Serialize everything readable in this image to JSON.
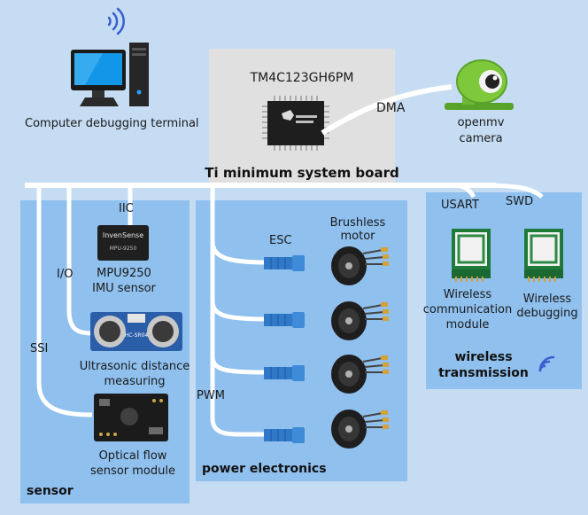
{
  "board": {
    "chip_label": "TM4C123GH6PM",
    "title": "Ti minimum system board",
    "dma_label": "DMA"
  },
  "computer": {
    "label": "Computer debugging terminal"
  },
  "camera": {
    "label_line1": "openmv",
    "label_line2": "camera"
  },
  "sensor_panel": {
    "title": "sensor",
    "bus_iic": "IIC",
    "bus_io": "I/O",
    "bus_ssi": "SSI",
    "imu_line1": "MPU9250",
    "imu_line2": "IMU sensor",
    "ultra_line1": "Ultrasonic distance",
    "ultra_line2": "measuring",
    "flow_line1": "Optical flow",
    "flow_line2": "sensor module",
    "imu_chip_text": "MPU-9250",
    "ultra_chip_text": "HC-SR04"
  },
  "power_panel": {
    "title": "power electronics",
    "esc_label": "ESC",
    "motor_line1": "Brushless",
    "motor_line2": "motor",
    "pwm_label": "PWM"
  },
  "wireless_panel": {
    "title_line1": "wireless",
    "title_line2": "transmission",
    "usart_label": "USART",
    "swd_label": "SWD",
    "comm_line1": "Wireless",
    "comm_line2": "communication",
    "comm_line3": "module",
    "debug_line1": "Wireless",
    "debug_line2": "debugging"
  },
  "colors": {
    "background": "#c5dcf2",
    "panel": "#8fc0ee",
    "board": "#e0e0e0",
    "wire": "#ffffff",
    "signal_icon": "#3a5fcf",
    "camera_green": "#7ec83c",
    "esc_blue": "#2f79c8"
  }
}
